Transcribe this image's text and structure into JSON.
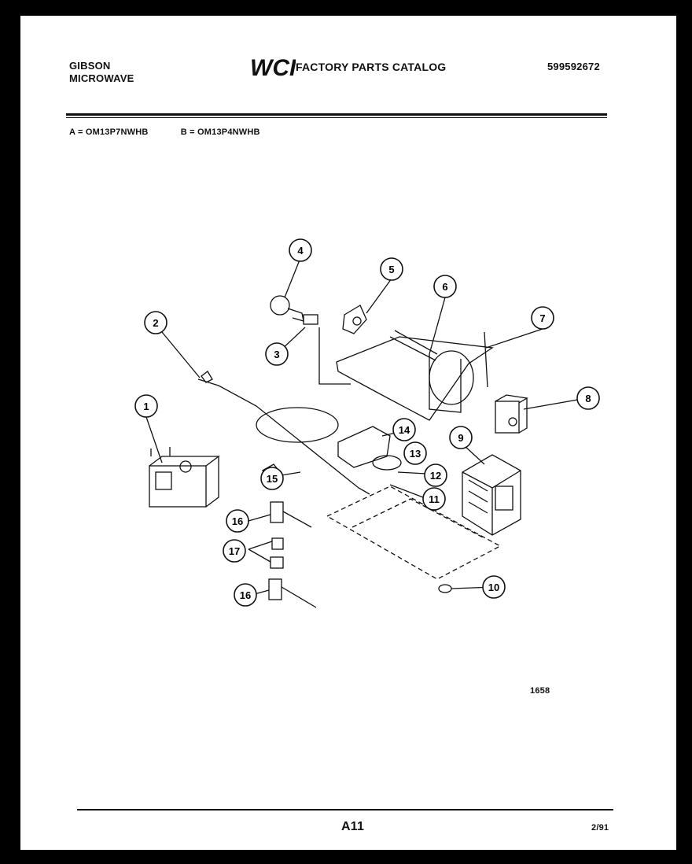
{
  "header": {
    "brand_line1": "GIBSON",
    "brand_line2": "MICROWAVE",
    "logo_text": "WCI",
    "catalog_title": "FACTORY PARTS CATALOG",
    "catalog_number": "599592672"
  },
  "models": {
    "a": "A = OM13P7NWHB",
    "b": "B = OM13P4NWHB"
  },
  "diagram": {
    "callouts": [
      "1",
      "2",
      "3",
      "4",
      "5",
      "6",
      "7",
      "8",
      "9",
      "10",
      "11",
      "12",
      "13",
      "14",
      "15",
      "16",
      "17",
      "16"
    ]
  },
  "footer": {
    "figure_number": "1658",
    "page": "A11",
    "date": "2/91"
  }
}
